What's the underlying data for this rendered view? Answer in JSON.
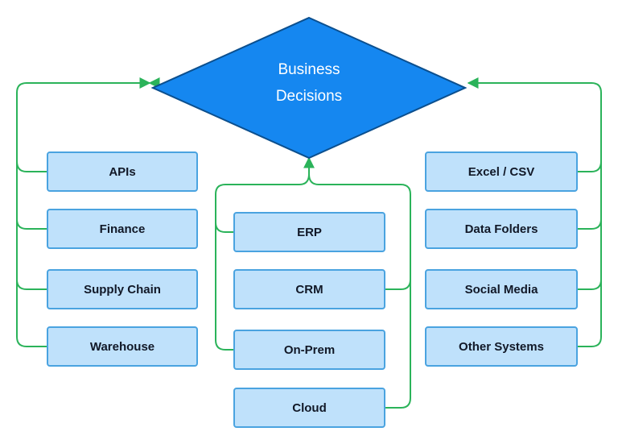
{
  "decision": {
    "line1": "Business",
    "line2": "Decisions"
  },
  "colors": {
    "decision_fill": "#1587f0",
    "decision_stroke": "#0b4f8e",
    "node_fill": "#bfe1fb",
    "node_border": "#4aa3e0",
    "connector": "#2bb35a"
  },
  "groups": {
    "left": [
      "APIs",
      "Finance",
      "Supply Chain",
      "Warehouse"
    ],
    "center": [
      "ERP",
      "CRM",
      "On-Prem",
      "Cloud"
    ],
    "right": [
      "Excel / CSV",
      "Data Folders",
      "Social Media",
      "Other Systems"
    ]
  }
}
